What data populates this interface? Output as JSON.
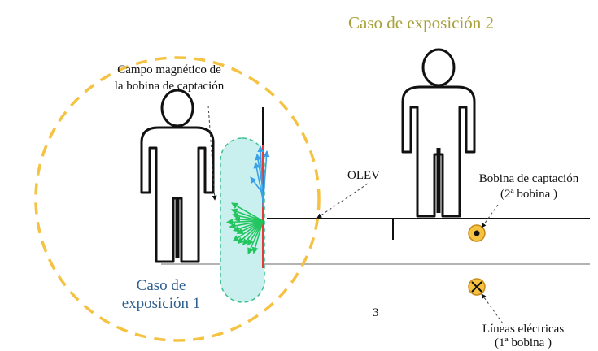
{
  "labels": {
    "case2": "Caso de exposición  2",
    "field_line1": "Campo magnético de",
    "field_line2": "la bobina de captación",
    "olev": "OLEV",
    "pickup_line1": "Bobina de captación",
    "pickup_line2": "(2ª bobina )",
    "case1_line1": "Caso de",
    "case1_line2": "exposición  1",
    "number": "3",
    "powerline_line1": "Líneas eléctricas",
    "powerline_line2": "(1ª bobina )"
  },
  "colors": {
    "case2_text": "#a8a03a",
    "case1_text": "#2f5f8f",
    "dashed_circle": "#f5c242",
    "field_region_fill": "#c9f0ef",
    "field_region_stroke": "#3fbf8f",
    "field_arrows": "#22c55e",
    "field_arrows_upper": "#3aa0e8",
    "coil_fill": "#f5c242",
    "line": "#111111",
    "ground": "#9a9a9a"
  },
  "icons": {
    "person_left": "person-outline-icon",
    "person_right": "person-outline-icon",
    "pickup_coil": "current-out-of-page-icon",
    "power_line": "current-into-page-icon"
  }
}
